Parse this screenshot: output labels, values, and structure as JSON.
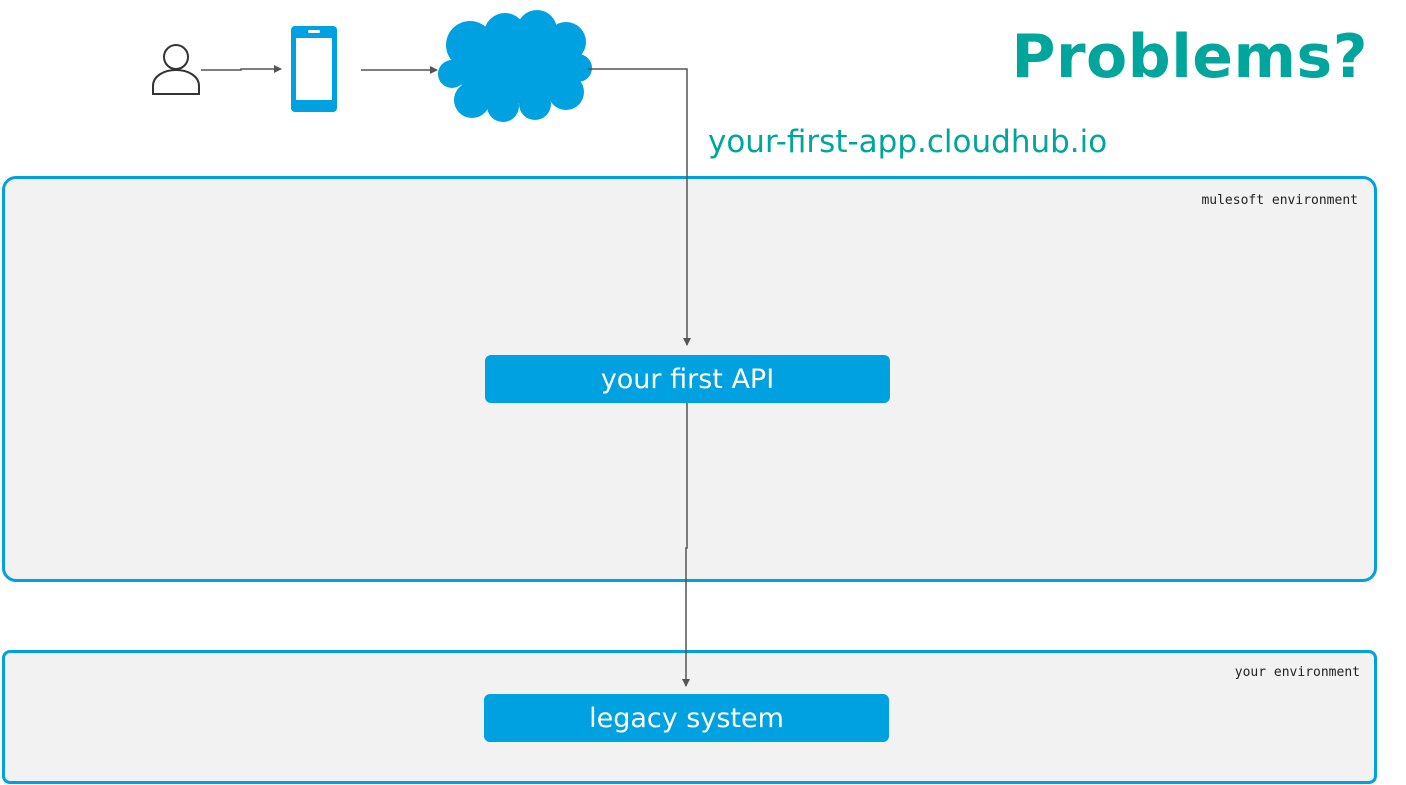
{
  "title": "Problems?",
  "url": "your-first-app.cloudhub.io",
  "environments": {
    "mulesoft": {
      "label": "mulesoft environment"
    },
    "yours": {
      "label": "your environment"
    }
  },
  "nodes": {
    "api": {
      "label": "your first API"
    },
    "legacy": {
      "label": "legacy system"
    }
  },
  "icons": {
    "user": "user-icon",
    "phone": "mobile-phone-icon",
    "cloud": "cloud-icon"
  },
  "colors": {
    "accent_teal": "#00a69c",
    "brand_blue": "#00a1e0",
    "panel_gray": "#f2f2f2",
    "connector": "#555555"
  }
}
